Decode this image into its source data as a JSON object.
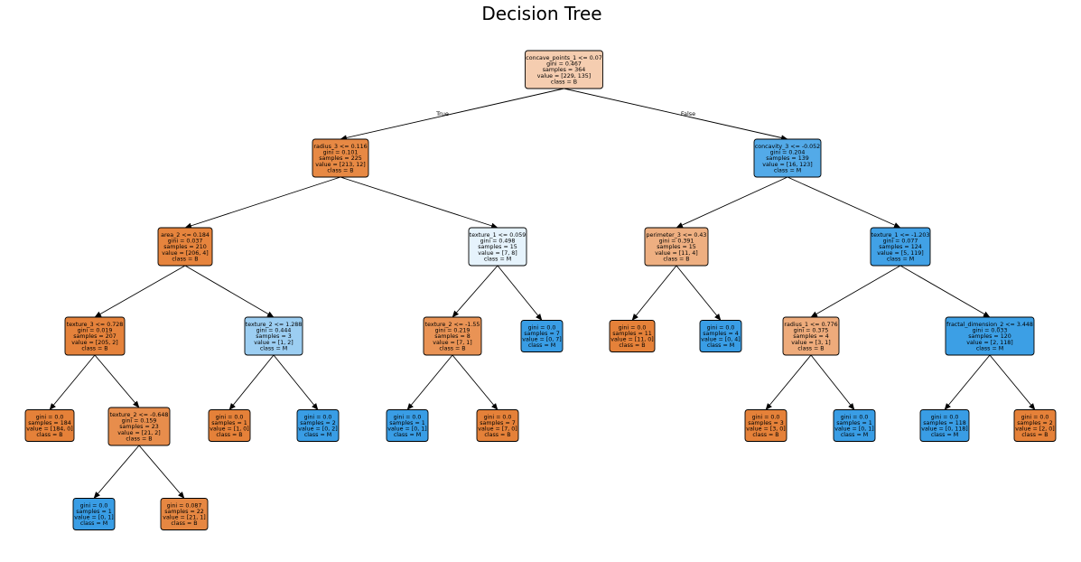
{
  "title": "Decision Tree",
  "colors": {
    "class_B": "#e58139",
    "class_M": "#399de5",
    "background": "#ffffff"
  },
  "edge_labels": {
    "true_label": "True",
    "false_label": "False"
  },
  "tree": {
    "nodes": [
      {
        "id": "n0",
        "lines": [
          "concave_points_1 <= 0.07",
          "gini = 0.467",
          "samples = 364",
          "value = [229, 135]",
          "class = B"
        ],
        "fill": "#f5cdb0"
      },
      {
        "id": "n1",
        "lines": [
          "radius_3 <= 0.116",
          "gini = 0.101",
          "samples = 225",
          "value = [213, 12]",
          "class = B"
        ],
        "fill": "#e78944"
      },
      {
        "id": "n2",
        "lines": [
          "area_2 <= 0.184",
          "gini = 0.037",
          "samples = 210",
          "value = [206, 4]",
          "class = B"
        ],
        "fill": "#e6843d"
      },
      {
        "id": "n3",
        "lines": [
          "texture_3 <= 0.728",
          "gini = 0.019",
          "samples = 207",
          "value = [205, 2]",
          "class = B"
        ],
        "fill": "#e5823b"
      },
      {
        "id": "n4",
        "lines": [
          "gini = 0.0",
          "samples = 184",
          "value = [184, 0]",
          "class = B"
        ],
        "fill": "#e58139"
      },
      {
        "id": "n5",
        "lines": [
          "texture_2 <= -0.648",
          "gini = 0.159",
          "samples = 23",
          "value = [21, 2]",
          "class = B"
        ],
        "fill": "#e78d4c"
      },
      {
        "id": "n6",
        "lines": [
          "gini = 0.0",
          "samples = 1",
          "value = [0, 1]",
          "class = M"
        ],
        "fill": "#399de5"
      },
      {
        "id": "n7",
        "lines": [
          "gini = 0.087",
          "samples = 22",
          "value = [21, 1]",
          "class = B"
        ],
        "fill": "#e68742"
      },
      {
        "id": "n8",
        "lines": [
          "texture_2 <= 1.288",
          "gini = 0.444",
          "samples = 3",
          "value = [1, 2]",
          "class = M"
        ],
        "fill": "#9ccef2"
      },
      {
        "id": "n9",
        "lines": [
          "gini = 0.0",
          "samples = 1",
          "value = [1, 0]",
          "class = B"
        ],
        "fill": "#e58139"
      },
      {
        "id": "n10",
        "lines": [
          "gini = 0.0",
          "samples = 2",
          "value = [0, 2]",
          "class = M"
        ],
        "fill": "#399de5"
      },
      {
        "id": "n11",
        "lines": [
          "texture_1 <= 0.059",
          "gini = 0.498",
          "samples = 15",
          "value = [7, 8]",
          "class = M"
        ],
        "fill": "#e6f3fc"
      },
      {
        "id": "n12",
        "lines": [
          "texture_2 <= -1.55",
          "gini = 0.219",
          "samples = 8",
          "value = [7, 1]",
          "class = B"
        ],
        "fill": "#e99355"
      },
      {
        "id": "n13",
        "lines": [
          "gini = 0.0",
          "samples = 1",
          "value = [0, 1]",
          "class = M"
        ],
        "fill": "#399de5"
      },
      {
        "id": "n14",
        "lines": [
          "gini = 0.0",
          "samples = 7",
          "value = [7, 0]",
          "class = B"
        ],
        "fill": "#e58139"
      },
      {
        "id": "n15",
        "lines": [
          "gini = 0.0",
          "samples = 7",
          "value = [0, 7]",
          "class = M"
        ],
        "fill": "#399de5"
      },
      {
        "id": "n16",
        "lines": [
          "concavity_3 <= -0.052",
          "gini = 0.204",
          "samples = 139",
          "value = [16, 123]",
          "class = M"
        ],
        "fill": "#53aae8"
      },
      {
        "id": "n17",
        "lines": [
          "perimeter_3 <= 0.43",
          "gini = 0.391",
          "samples = 15",
          "value = [11, 4]",
          "class = B"
        ],
        "fill": "#eeaf81"
      },
      {
        "id": "n18",
        "lines": [
          "gini = 0.0",
          "samples = 11",
          "value = [11, 0]",
          "class = B"
        ],
        "fill": "#e58139"
      },
      {
        "id": "n19",
        "lines": [
          "gini = 0.0",
          "samples = 4",
          "value = [0, 4]",
          "class = M"
        ],
        "fill": "#399de5"
      },
      {
        "id": "n20",
        "lines": [
          "texture_1 <= -1.203",
          "gini = 0.077",
          "samples = 124",
          "value = [5, 119]",
          "class = M"
        ],
        "fill": "#41a1e6"
      },
      {
        "id": "n21",
        "lines": [
          "radius_1 <= 0.776",
          "gini = 0.375",
          "samples = 4",
          "value = [3, 1]",
          "class = B"
        ],
        "fill": "#eeab7b"
      },
      {
        "id": "n22",
        "lines": [
          "gini = 0.0",
          "samples = 3",
          "value = [3, 0]",
          "class = B"
        ],
        "fill": "#e58139"
      },
      {
        "id": "n23",
        "lines": [
          "gini = 0.0",
          "samples = 1",
          "value = [0, 1]",
          "class = M"
        ],
        "fill": "#399de5"
      },
      {
        "id": "n24",
        "lines": [
          "fractal_dimension_2 <= 3.448",
          "gini = 0.033",
          "samples = 120",
          "value = [2, 118]",
          "class = M"
        ],
        "fill": "#3c9fe5"
      },
      {
        "id": "n25",
        "lines": [
          "gini = 0.0",
          "samples = 118",
          "value = [0, 118]",
          "class = M"
        ],
        "fill": "#399de5"
      },
      {
        "id": "n26",
        "lines": [
          "gini = 0.0",
          "samples = 2",
          "value = [2, 0]",
          "class = B"
        ],
        "fill": "#e58139"
      }
    ],
    "edges": [
      {
        "from": "n0",
        "to": "n1",
        "label": "true"
      },
      {
        "from": "n0",
        "to": "n16",
        "label": "false"
      },
      {
        "from": "n1",
        "to": "n2"
      },
      {
        "from": "n1",
        "to": "n11"
      },
      {
        "from": "n2",
        "to": "n3"
      },
      {
        "from": "n2",
        "to": "n8"
      },
      {
        "from": "n3",
        "to": "n4"
      },
      {
        "from": "n3",
        "to": "n5"
      },
      {
        "from": "n5",
        "to": "n6"
      },
      {
        "from": "n5",
        "to": "n7"
      },
      {
        "from": "n8",
        "to": "n9"
      },
      {
        "from": "n8",
        "to": "n10"
      },
      {
        "from": "n11",
        "to": "n12"
      },
      {
        "from": "n11",
        "to": "n15"
      },
      {
        "from": "n12",
        "to": "n13"
      },
      {
        "from": "n12",
        "to": "n14"
      },
      {
        "from": "n16",
        "to": "n17"
      },
      {
        "from": "n16",
        "to": "n20"
      },
      {
        "from": "n17",
        "to": "n18"
      },
      {
        "from": "n17",
        "to": "n19"
      },
      {
        "from": "n20",
        "to": "n21"
      },
      {
        "from": "n20",
        "to": "n24"
      },
      {
        "from": "n21",
        "to": "n22"
      },
      {
        "from": "n21",
        "to": "n23"
      },
      {
        "from": "n24",
        "to": "n25"
      },
      {
        "from": "n24",
        "to": "n26"
      }
    ]
  }
}
